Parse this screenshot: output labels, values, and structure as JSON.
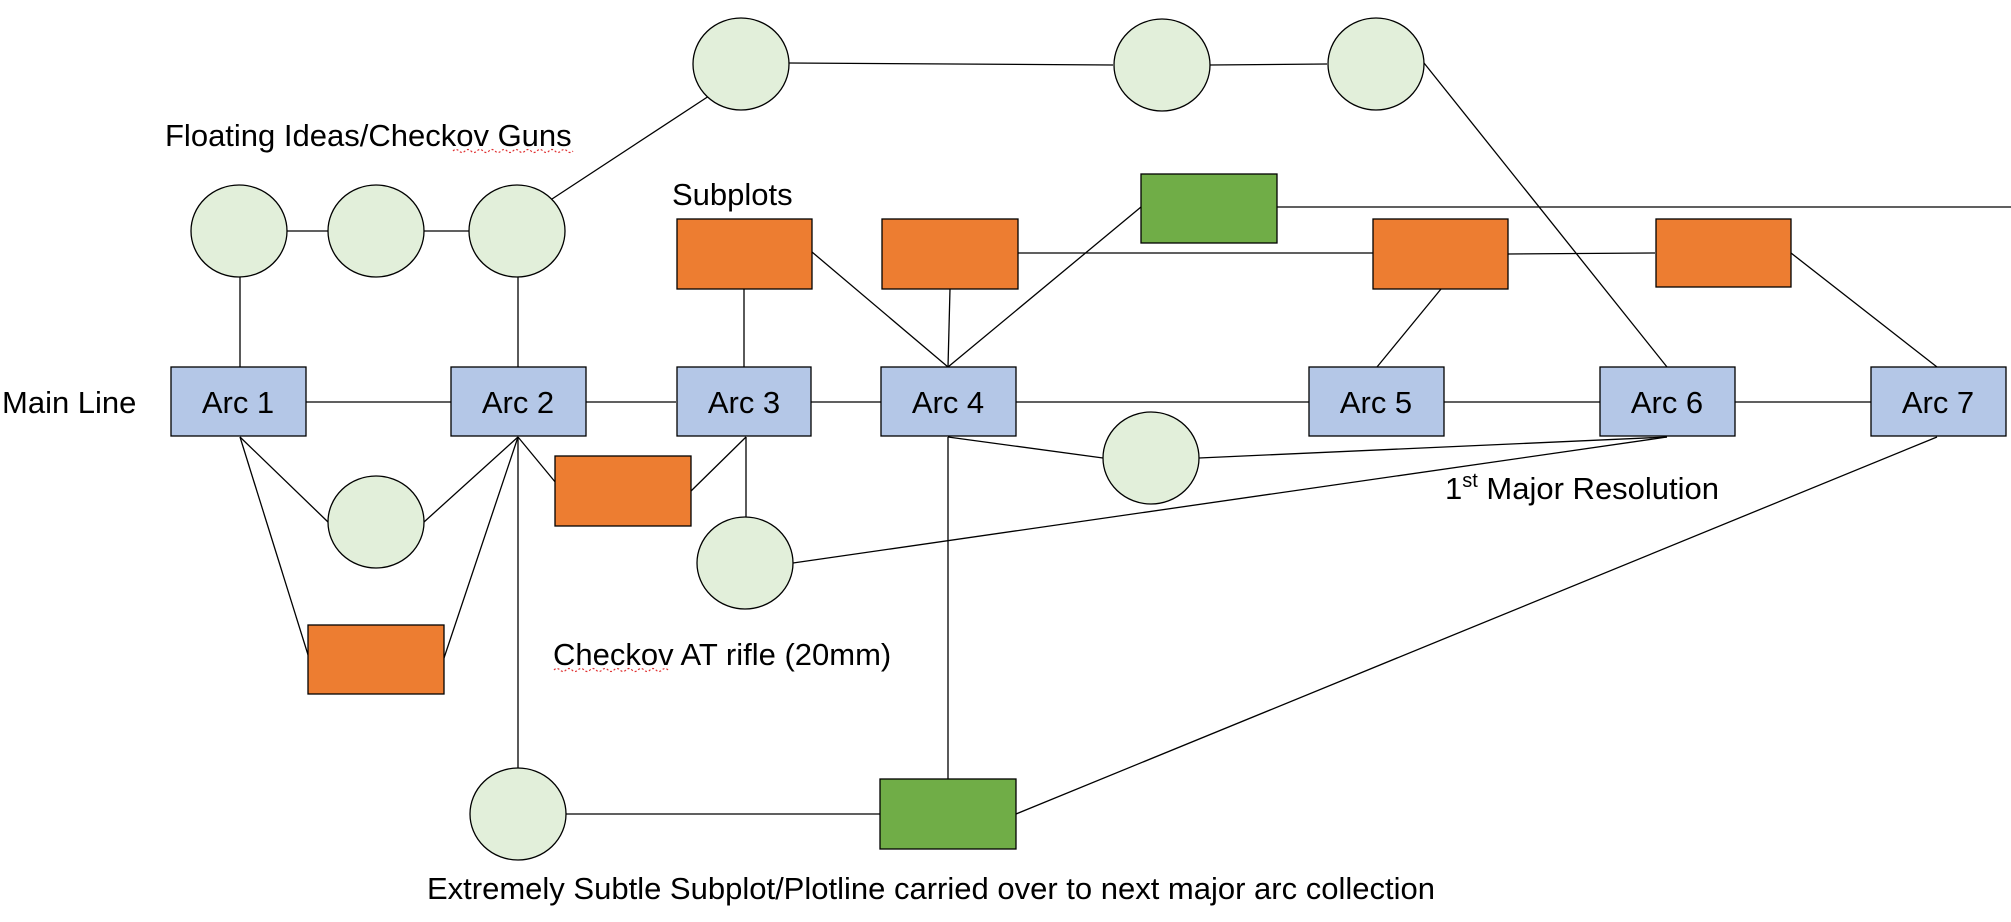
{
  "labels": {
    "main_line": "Main Line",
    "floating_ideas": "Floating Ideas/Checkov Guns",
    "subplots": "Subplots",
    "major_resolution_num": "1",
    "major_resolution_sup": "st",
    "major_resolution_rest": " Major Resolution",
    "checkov_rifle": "Checkov AT rifle (20mm)",
    "extremely_subtle": "Extremely Subtle Subplot/Plotline carried over to next major arc collection"
  },
  "arcs": [
    "Arc 1",
    "Arc 2",
    "Arc 3",
    "Arc 4",
    "Arc 5",
    "Arc 6",
    "Arc 7"
  ],
  "colors": {
    "arc_fill": "#b4c7e7",
    "subplot_fill": "#ed7d31",
    "carryover_fill": "#70ad47",
    "idea_fill": "#e2efda"
  }
}
